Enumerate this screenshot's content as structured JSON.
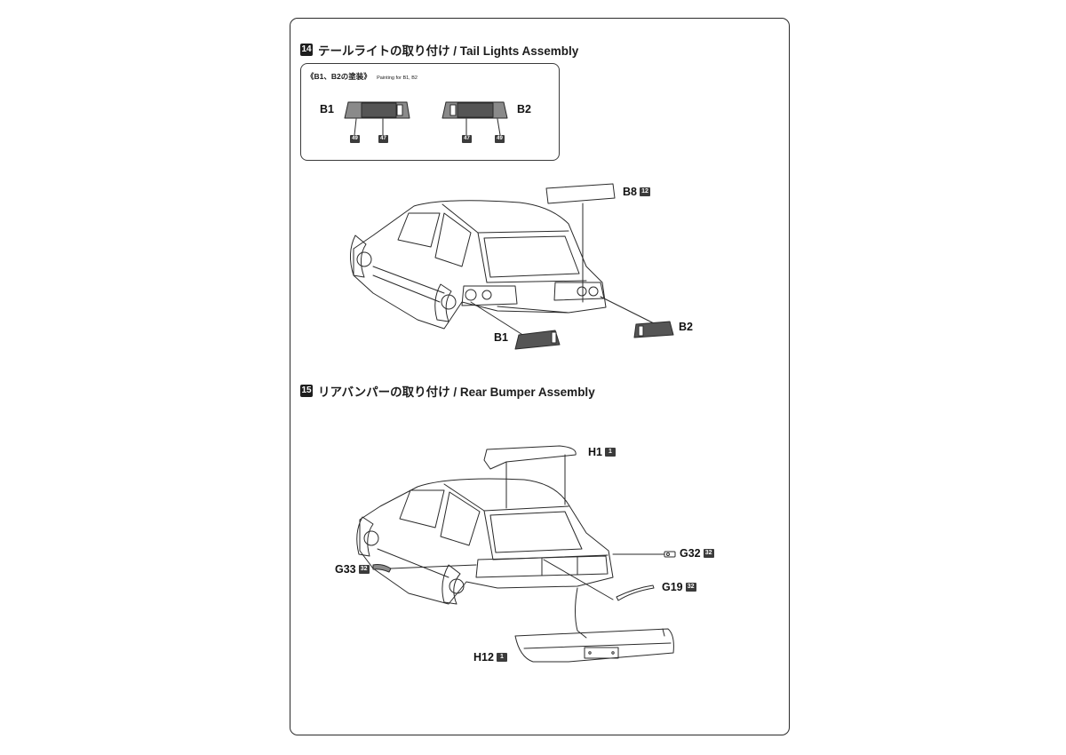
{
  "step14": {
    "number": "14",
    "title": "テールライトの取り付け / Tail Lights Assembly",
    "painting_title": "《B1、B2の塗装》",
    "painting_sub": "Painting for B1, B2",
    "callouts": {
      "b1_left": "B1",
      "b2_right": "B2",
      "b1_code_a": "49",
      "b1_code_b": "47",
      "b2_code_a": "47",
      "b2_code_b": "49"
    },
    "parts": {
      "b8": "B8",
      "b8_tag": "12",
      "b1": "B1",
      "b2": "B2"
    }
  },
  "step15": {
    "number": "15",
    "title": "リアバンパーの取り付け / Rear Bumper Assembly",
    "parts": {
      "h1": "H1",
      "h1_tag": "1",
      "g32": "G32",
      "g32_tag": "32",
      "g33": "G33",
      "g33_tag": "32",
      "g19": "G19",
      "g19_tag": "32",
      "h12": "H12",
      "h12_tag": "1"
    }
  },
  "colors": {
    "ink": "#1a1a1a",
    "tag_fill": "#3b3b3b",
    "paint_dark": "#444444",
    "paint_mid": "#8a8a8a"
  }
}
